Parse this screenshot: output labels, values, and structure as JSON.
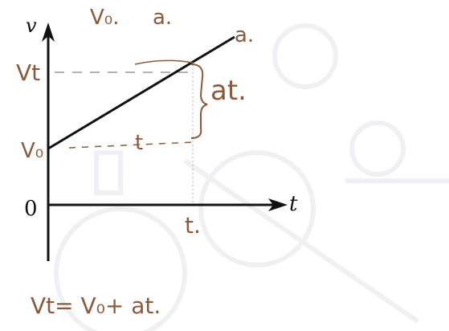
{
  "colors": {
    "axis": "#111111",
    "line": "#111111",
    "handwriting": "#8a5a3c",
    "dashed": "#9a9a9a",
    "faint_background": "#eef0f3"
  },
  "header": {
    "v0_label": "V₀.",
    "a_label": "a."
  },
  "axes": {
    "y_label": "v",
    "x_label": "t",
    "origin_label": "0"
  },
  "annotations": {
    "vt_label": "Vt",
    "v0_label": "V₀",
    "t_tick_label": "t.",
    "line_label": "a.",
    "t_interval_label": "t",
    "rise_label": "at."
  },
  "formula": {
    "text": "Vt= V₀+ at."
  }
}
